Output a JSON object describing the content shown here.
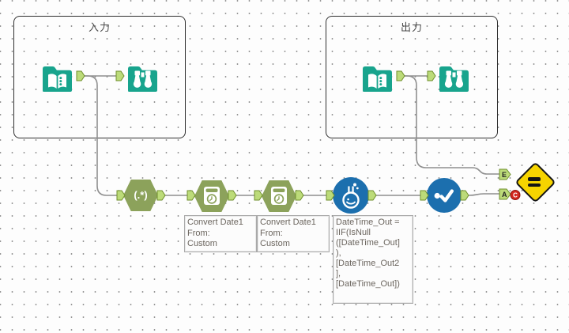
{
  "containers": [
    {
      "id": "input",
      "label": "入力"
    },
    {
      "id": "output",
      "label": "出力"
    }
  ],
  "regex_label": "(.*)",
  "tools": [
    {
      "id": "input-data-1",
      "icon": "book-icon",
      "container": "input"
    },
    {
      "id": "browse-1",
      "icon": "binoculars-icon",
      "container": "input"
    },
    {
      "id": "input-data-2",
      "icon": "book-icon",
      "container": "output"
    },
    {
      "id": "browse-2",
      "icon": "binoculars-icon",
      "container": "output"
    },
    {
      "id": "regex",
      "icon": "regex-pattern-label"
    },
    {
      "id": "datetime-1",
      "icon": "calendar-clock-icon"
    },
    {
      "id": "datetime-2",
      "icon": "calendar-clock-icon"
    },
    {
      "id": "formula",
      "icon": "flask-icon"
    },
    {
      "id": "select",
      "icon": "dot-checkmark-icon"
    },
    {
      "id": "expect-equal",
      "icon": "equals-icon"
    }
  ],
  "annotations": [
    {
      "lines": [
        "Convert Date1",
        "From:",
        "Custom"
      ]
    },
    {
      "lines": [
        "Convert Date1",
        "From:",
        "Custom"
      ]
    },
    {
      "lines": [
        "DateTime_Out =",
        "IIF(IsNull",
        "([DateTime_Out]",
        "),",
        "[DateTime_Out2",
        "],",
        "[DateTime_Out])"
      ]
    }
  ],
  "test_anchors": {
    "expected": "E",
    "actual": "A",
    "badge": "C"
  },
  "colors": {
    "teal": "#18a48d",
    "olive": "#8ca25b",
    "blue": "#1c6fae",
    "anchor_green": "#bcdb79",
    "anchor_border": "#6f8f2d",
    "diamond_yellow": "#f6d400",
    "badge_red": "#d2271e",
    "wire_gray": "#8f8f8f"
  }
}
